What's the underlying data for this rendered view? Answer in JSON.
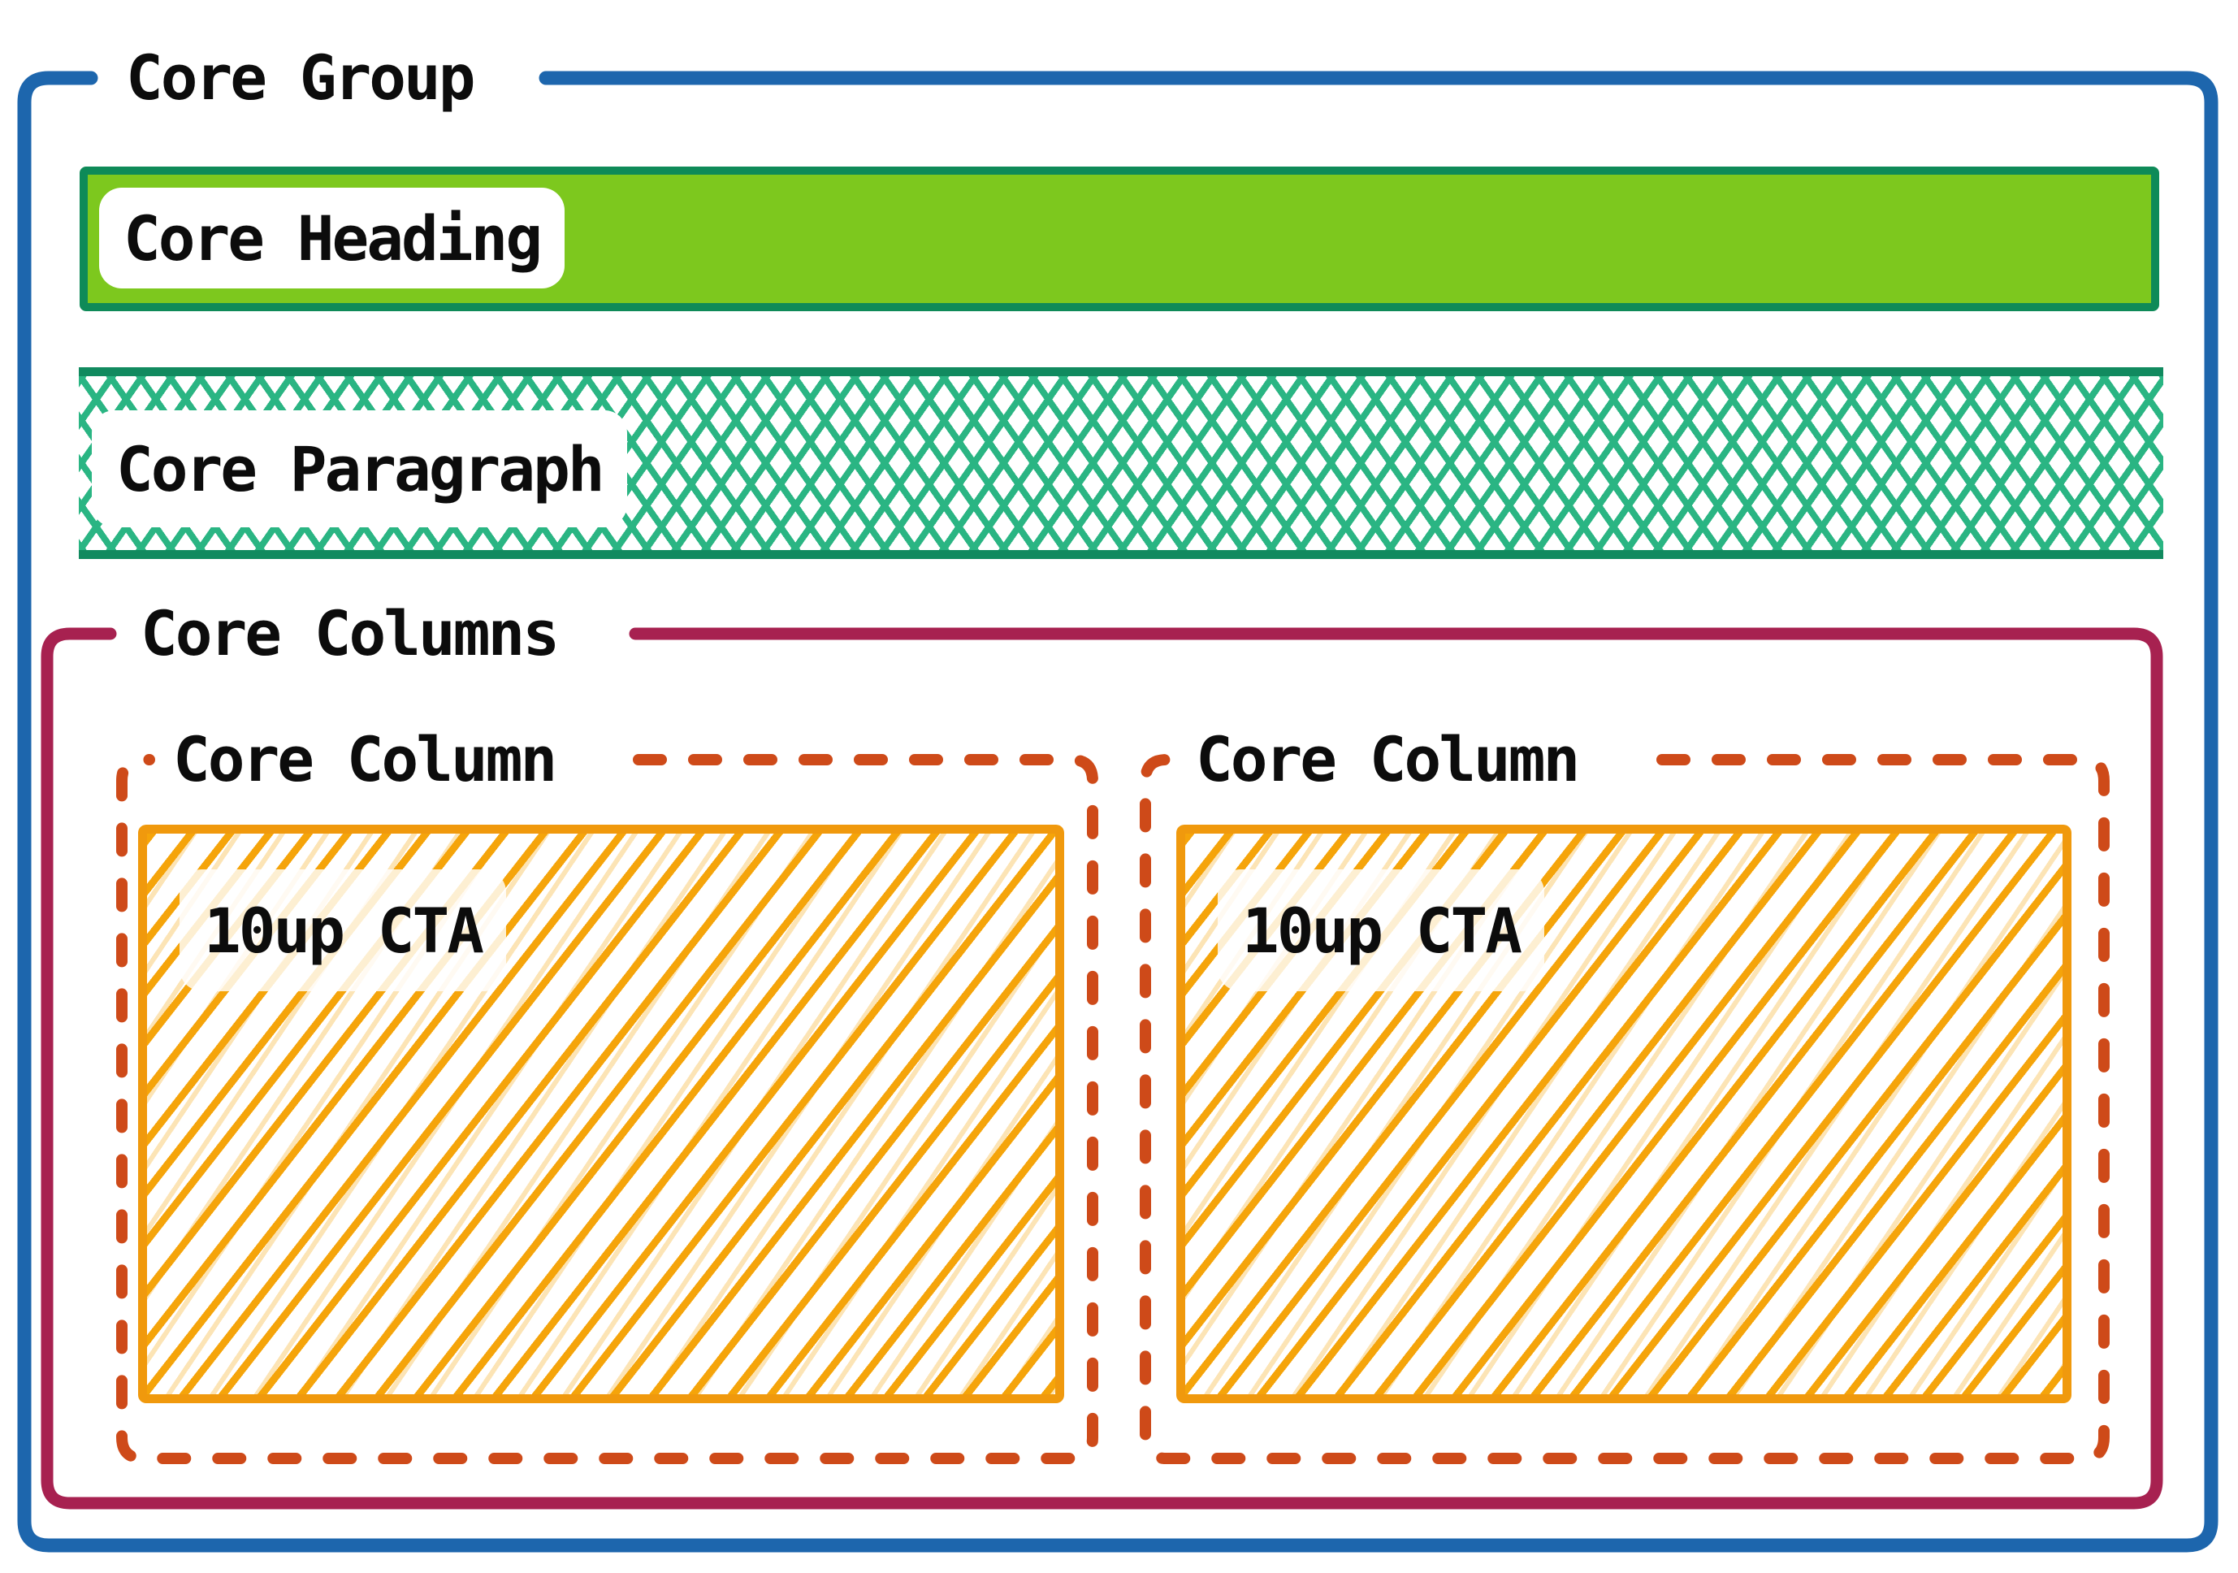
{
  "blocks": {
    "group_label": "Core Group",
    "heading_label": "Core Heading",
    "paragraph_label": "Core Paragraph",
    "columns_label": "Core Columns",
    "columns": [
      {
        "column_label": "Core Column",
        "cta_label": "10up CTA"
      },
      {
        "column_label": "Core Column",
        "cta_label": "10up CTA"
      }
    ]
  },
  "colors": {
    "group_border": "#1d66ad",
    "heading_fill": "#7dc81e",
    "heading_border": "#0e8a58",
    "paragraph_hatch": "#2ab583",
    "paragraph_border": "#118a5f",
    "columns_border": "#a72150",
    "column_dash": "#ce4a19",
    "cta_border": "#f0990d",
    "cta_hatch": "#f5a40a",
    "label_text": "#0c0c0c"
  }
}
